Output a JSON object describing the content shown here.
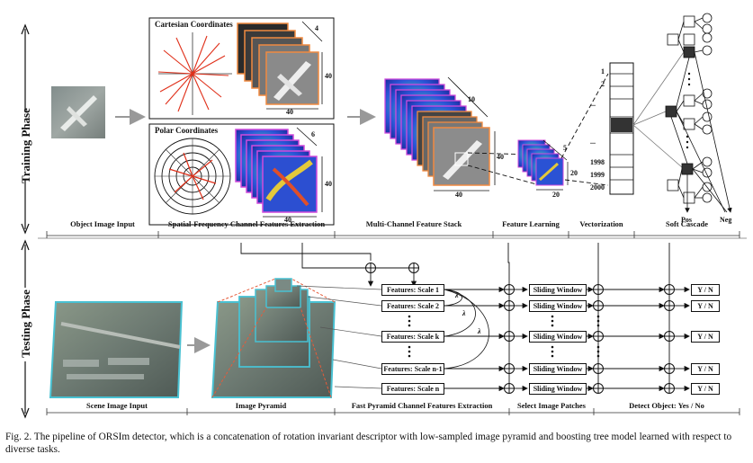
{
  "phases": {
    "training": "Training Phase",
    "testing": "Testing Phase"
  },
  "training_stages": [
    "Object Image Input",
    "Spatial-Frequency Channel Features Extraction",
    "Multi-Channel Feature Stack",
    "Feature Learning",
    "Vectorization",
    "Soft Cascade"
  ],
  "testing_stages": [
    "Scene Image Input",
    "Image Pyramid",
    "Fast Pyramid Channel Features Extraction",
    "Select Image Patches",
    "Detect Object: Yes / No"
  ],
  "panels": {
    "cartesian": "Cartesian Coordinates",
    "polar": "Polar Coordinates"
  },
  "dims": {
    "cart_depth": "4",
    "cart_w": "40",
    "cart_h": "40",
    "polar_depth": "6",
    "polar_w": "40",
    "polar_h": "40",
    "stack_depth": "10",
    "stack_w": "40",
    "stack_h": "40",
    "learn_depth": "5",
    "learn_w": "20",
    "learn_h": "20"
  },
  "vector_labels": [
    "1",
    "2",
    "...",
    "...",
    "1998",
    "1999",
    "2000"
  ],
  "cascade_outputs": {
    "pos": "Pos",
    "neg": "Neg"
  },
  "feature_scales": [
    "Features: Scale 1",
    "Features: Scale 2",
    "Features: Scale k",
    "Features: Scale n-1",
    "Features: Scale n"
  ],
  "lambda": "λ",
  "sliding_window": "Sliding Window",
  "yn": "Y / N",
  "caption": "Fig. 2.  The pipeline of ORSIm detector, which is a concatenation of rotation invariant descriptor with low-sampled image pyramid and boosting tree model learned with respect to diverse tasks."
}
